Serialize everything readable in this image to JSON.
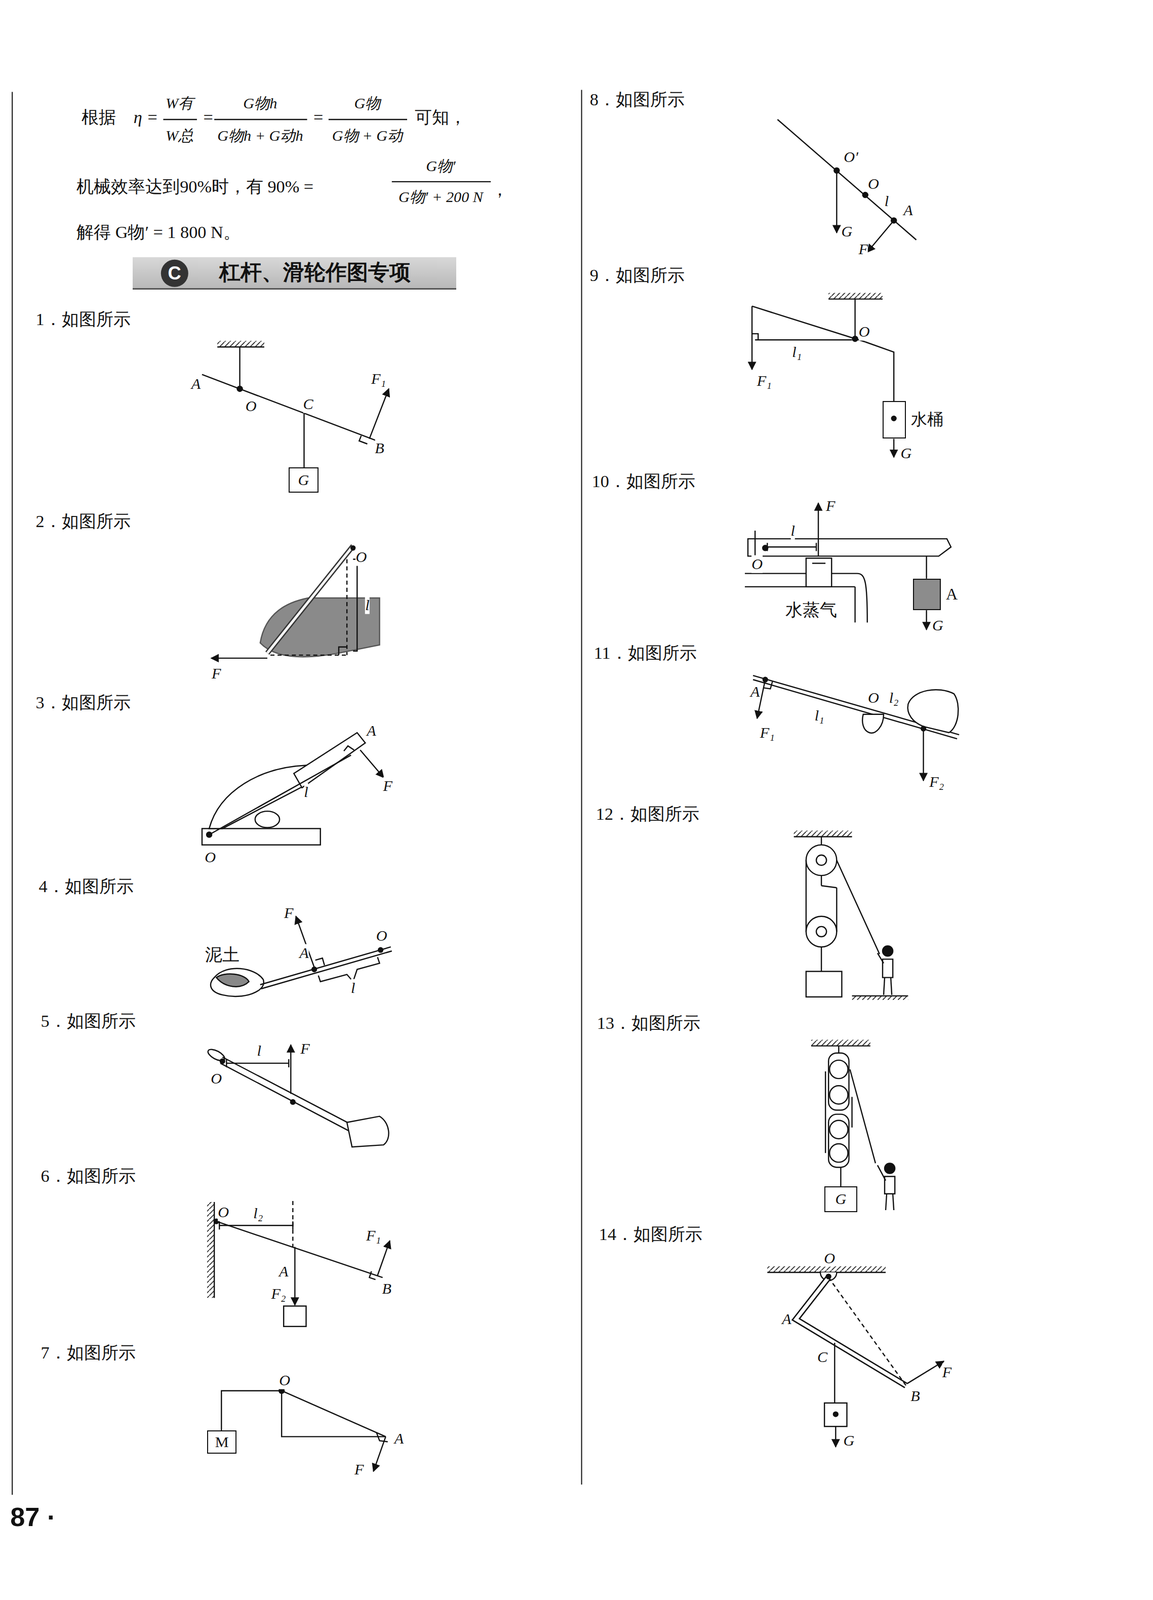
{
  "diagram": {
    "nodes": [
      {
        "text": [
          "杠杆、滑轮作图专项"
        ]
      },
      {
        "text": [
          "G"
        ]
      },
      {
        "text": [
          "M"
        ]
      },
      {
        "text": [
          "水桶"
        ]
      },
      {
        "text": [
          "A"
        ]
      },
      {
        "text": [
          "G"
        ]
      }
    ],
    "labels": [
      "根据",
      "η =",
      "W有",
      "W总",
      "=",
      "G物h",
      "G物h + G动h",
      "=",
      "G物",
      "G物 + G动",
      "可知，",
      "机械效率达到90%时，有 90% =",
      "G物′",
      "G物′ + 200 N",
      "，",
      "解得 G物′ = 1 800 N。",
      "C",
      "1．如图所示",
      "A",
      "O",
      "C",
      "F₁",
      "B",
      "2．如图所示",
      "O",
      "l",
      "F",
      "3．如图所示",
      "A",
      "F",
      "l",
      "O",
      "4．如图所示",
      "F",
      "泥土",
      "A",
      "O",
      "l",
      "5．如图所示",
      "l",
      "F",
      "O",
      "6．如图所示",
      "O",
      "l₂",
      "A",
      "F₂",
      "F₁",
      "B",
      "7．如图所示",
      "O",
      "A",
      "F",
      "8．如图所示",
      "O′",
      "O",
      "l",
      "A",
      "G",
      "F",
      "9．如图所示",
      "O",
      "l₁",
      "F₁",
      "G",
      "10．如图所示",
      "F",
      "l",
      "O",
      "水蒸气",
      "G",
      "11．如图所示",
      "A",
      "F₁",
      "l₁",
      "O",
      "l₂",
      "F₂",
      "12．如图所示",
      "13．如图所示",
      "14．如图所示",
      "O",
      "A",
      "C",
      "B",
      "F",
      "G",
      "87 ·"
    ]
  }
}
